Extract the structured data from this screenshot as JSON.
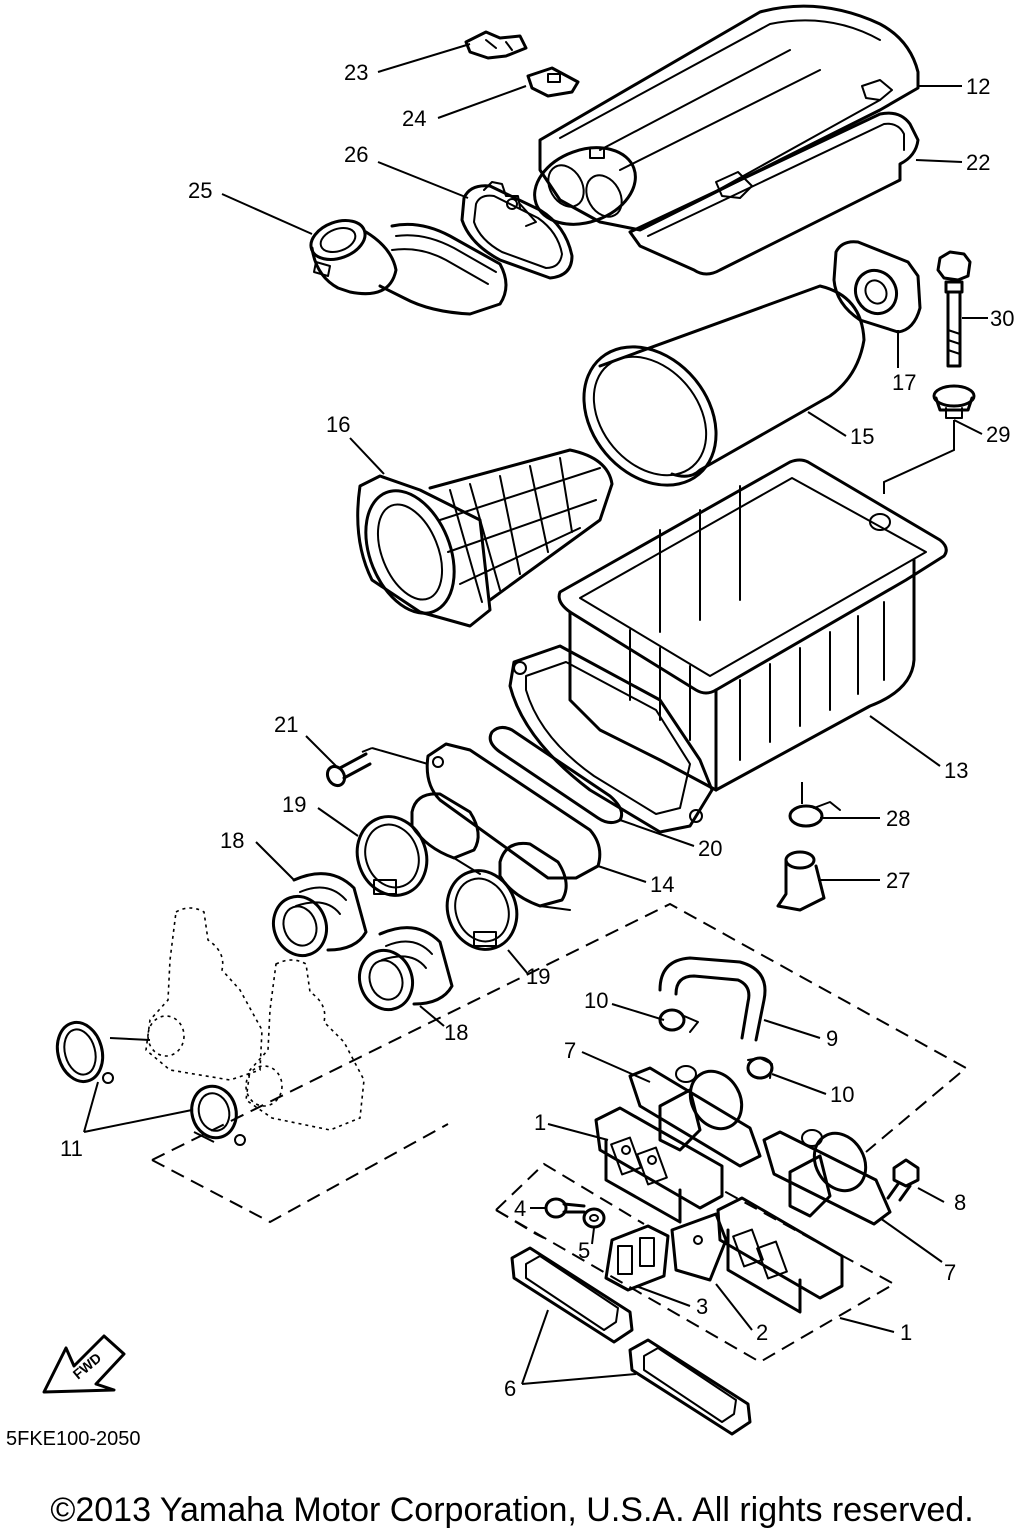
{
  "diagram": {
    "callouts": [
      "1",
      "1",
      "2",
      "3",
      "4",
      "5",
      "6",
      "7",
      "7",
      "8",
      "9",
      "10",
      "10",
      "11",
      "12",
      "13",
      "14",
      "15",
      "16",
      "17",
      "18",
      "18",
      "19",
      "19",
      "20",
      "21",
      "22",
      "23",
      "24",
      "25",
      "26",
      "27",
      "28",
      "29",
      "30"
    ],
    "fwd_label": "FWD",
    "drawing_number": "5FKE100-2050",
    "copyright": "©2013 Yamaha Motor Corporation, U.S.A. All rights reserved."
  }
}
